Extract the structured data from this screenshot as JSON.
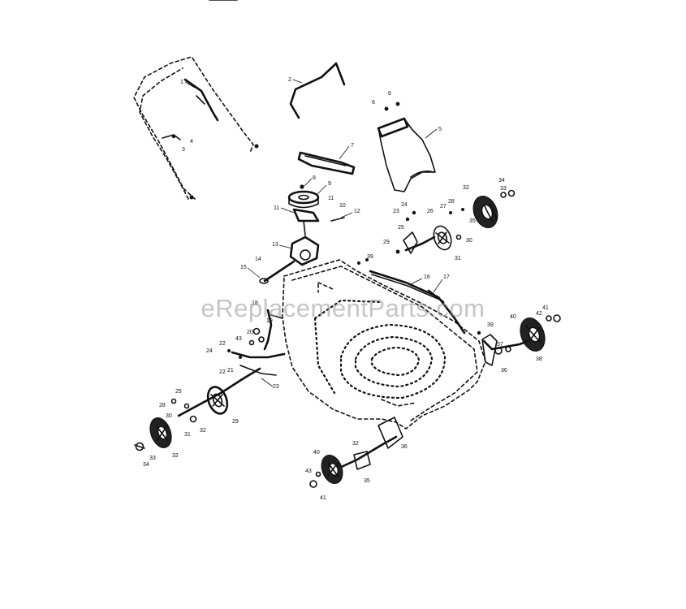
{
  "watermark": "eReplacementParts.com",
  "callouts": [
    {
      "id": "c1",
      "text": "1"
    },
    {
      "id": "c2",
      "text": "2"
    },
    {
      "id": "c3",
      "text": "3"
    },
    {
      "id": "c4",
      "text": "4"
    },
    {
      "id": "c5",
      "text": "5"
    },
    {
      "id": "c6",
      "text": "6"
    },
    {
      "id": "c7",
      "text": "7"
    },
    {
      "id": "c8",
      "text": "8"
    },
    {
      "id": "c9",
      "text": "9"
    },
    {
      "id": "c10",
      "text": "10"
    },
    {
      "id": "c11",
      "text": "11"
    },
    {
      "id": "c12",
      "text": "12"
    },
    {
      "id": "c13",
      "text": "13"
    },
    {
      "id": "c14",
      "text": "14"
    },
    {
      "id": "c15",
      "text": "15"
    },
    {
      "id": "c16",
      "text": "16"
    },
    {
      "id": "c17",
      "text": "17"
    },
    {
      "id": "c18",
      "text": "18"
    },
    {
      "id": "c19",
      "text": "19"
    },
    {
      "id": "c20",
      "text": "20"
    },
    {
      "id": "c21",
      "text": "21"
    },
    {
      "id": "c22",
      "text": "22"
    },
    {
      "id": "c23",
      "text": "23"
    },
    {
      "id": "c24",
      "text": "24"
    },
    {
      "id": "c25",
      "text": "25"
    },
    {
      "id": "c26",
      "text": "26"
    },
    {
      "id": "c27",
      "text": "27"
    },
    {
      "id": "c28",
      "text": "28"
    },
    {
      "id": "c29",
      "text": "29"
    },
    {
      "id": "c30",
      "text": "30"
    },
    {
      "id": "c31",
      "text": "31"
    },
    {
      "id": "c32",
      "text": "32"
    },
    {
      "id": "c33",
      "text": "33"
    },
    {
      "id": "c34",
      "text": "34"
    },
    {
      "id": "c35",
      "text": "35"
    },
    {
      "id": "c36",
      "text": "36"
    },
    {
      "id": "c37",
      "text": "37"
    },
    {
      "id": "c38",
      "text": "38"
    },
    {
      "id": "c39",
      "text": "39"
    },
    {
      "id": "c40",
      "text": "40"
    },
    {
      "id": "c41",
      "text": "41"
    },
    {
      "id": "c42",
      "text": "42"
    },
    {
      "id": "c43",
      "text": "43"
    }
  ]
}
